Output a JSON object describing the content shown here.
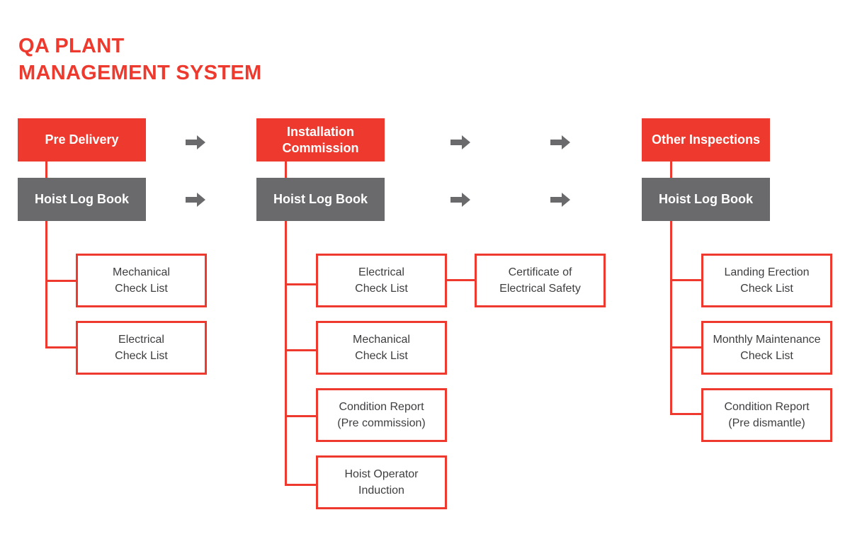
{
  "title": {
    "line1": "QA PLANT",
    "line2": "MANAGEMENT SYSTEM"
  },
  "colors": {
    "accent": "#ee3a2e",
    "logbook": "#6a6a6c",
    "arrow": "#6a6a6c",
    "text": "#3e3e40"
  },
  "icons": {
    "flow_arrow": "arrow-right-icon"
  },
  "columns": [
    {
      "stage": "Pre Delivery",
      "logbook": "Hoist Log Book",
      "items": [
        "Mechanical\nCheck List",
        "Electrical\nCheck List"
      ]
    },
    {
      "stage": "Installation\nCommission",
      "logbook": "Hoist Log Book",
      "items": [
        "Electrical\nCheck List",
        "Mechanical\nCheck List",
        "Condition Report\n(Pre commission)",
        "Hoist Operator\nInduction"
      ],
      "linked_item": "Certificate of\nElectrical Safety"
    },
    {
      "stage": "Other Inspections",
      "logbook": "Hoist Log Book",
      "items": [
        "Landing Erection\nCheck List",
        "Monthly Maintenance\nCheck List",
        "Condition Report\n(Pre dismantle)"
      ]
    }
  ]
}
